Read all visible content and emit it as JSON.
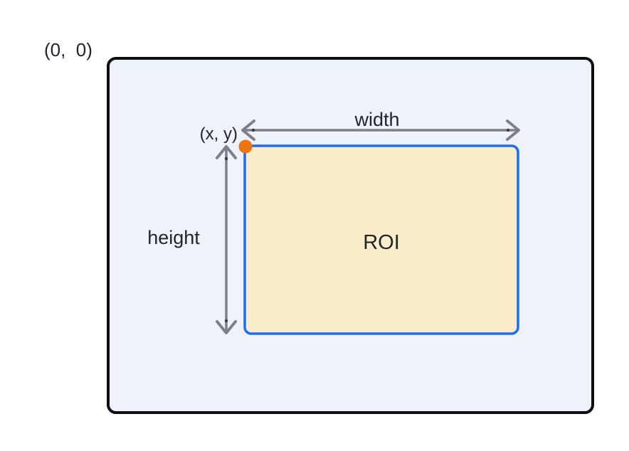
{
  "diagram": {
    "origin_label": "(0,  0)",
    "point_label": "(x, y)",
    "width_label": "width",
    "height_label": "height",
    "roi_label": "ROI",
    "colors": {
      "background": "#ffffff",
      "outer_fill": "#edf2fb",
      "outer_border": "#0d0d12",
      "roi_fill": "#fbedc8",
      "roi_border": "#1a6bff",
      "arrow": "#7f7f84",
      "arrow_dot": "#3c3c41",
      "text": "#21252d",
      "origin_point": "#ec750f"
    }
  }
}
